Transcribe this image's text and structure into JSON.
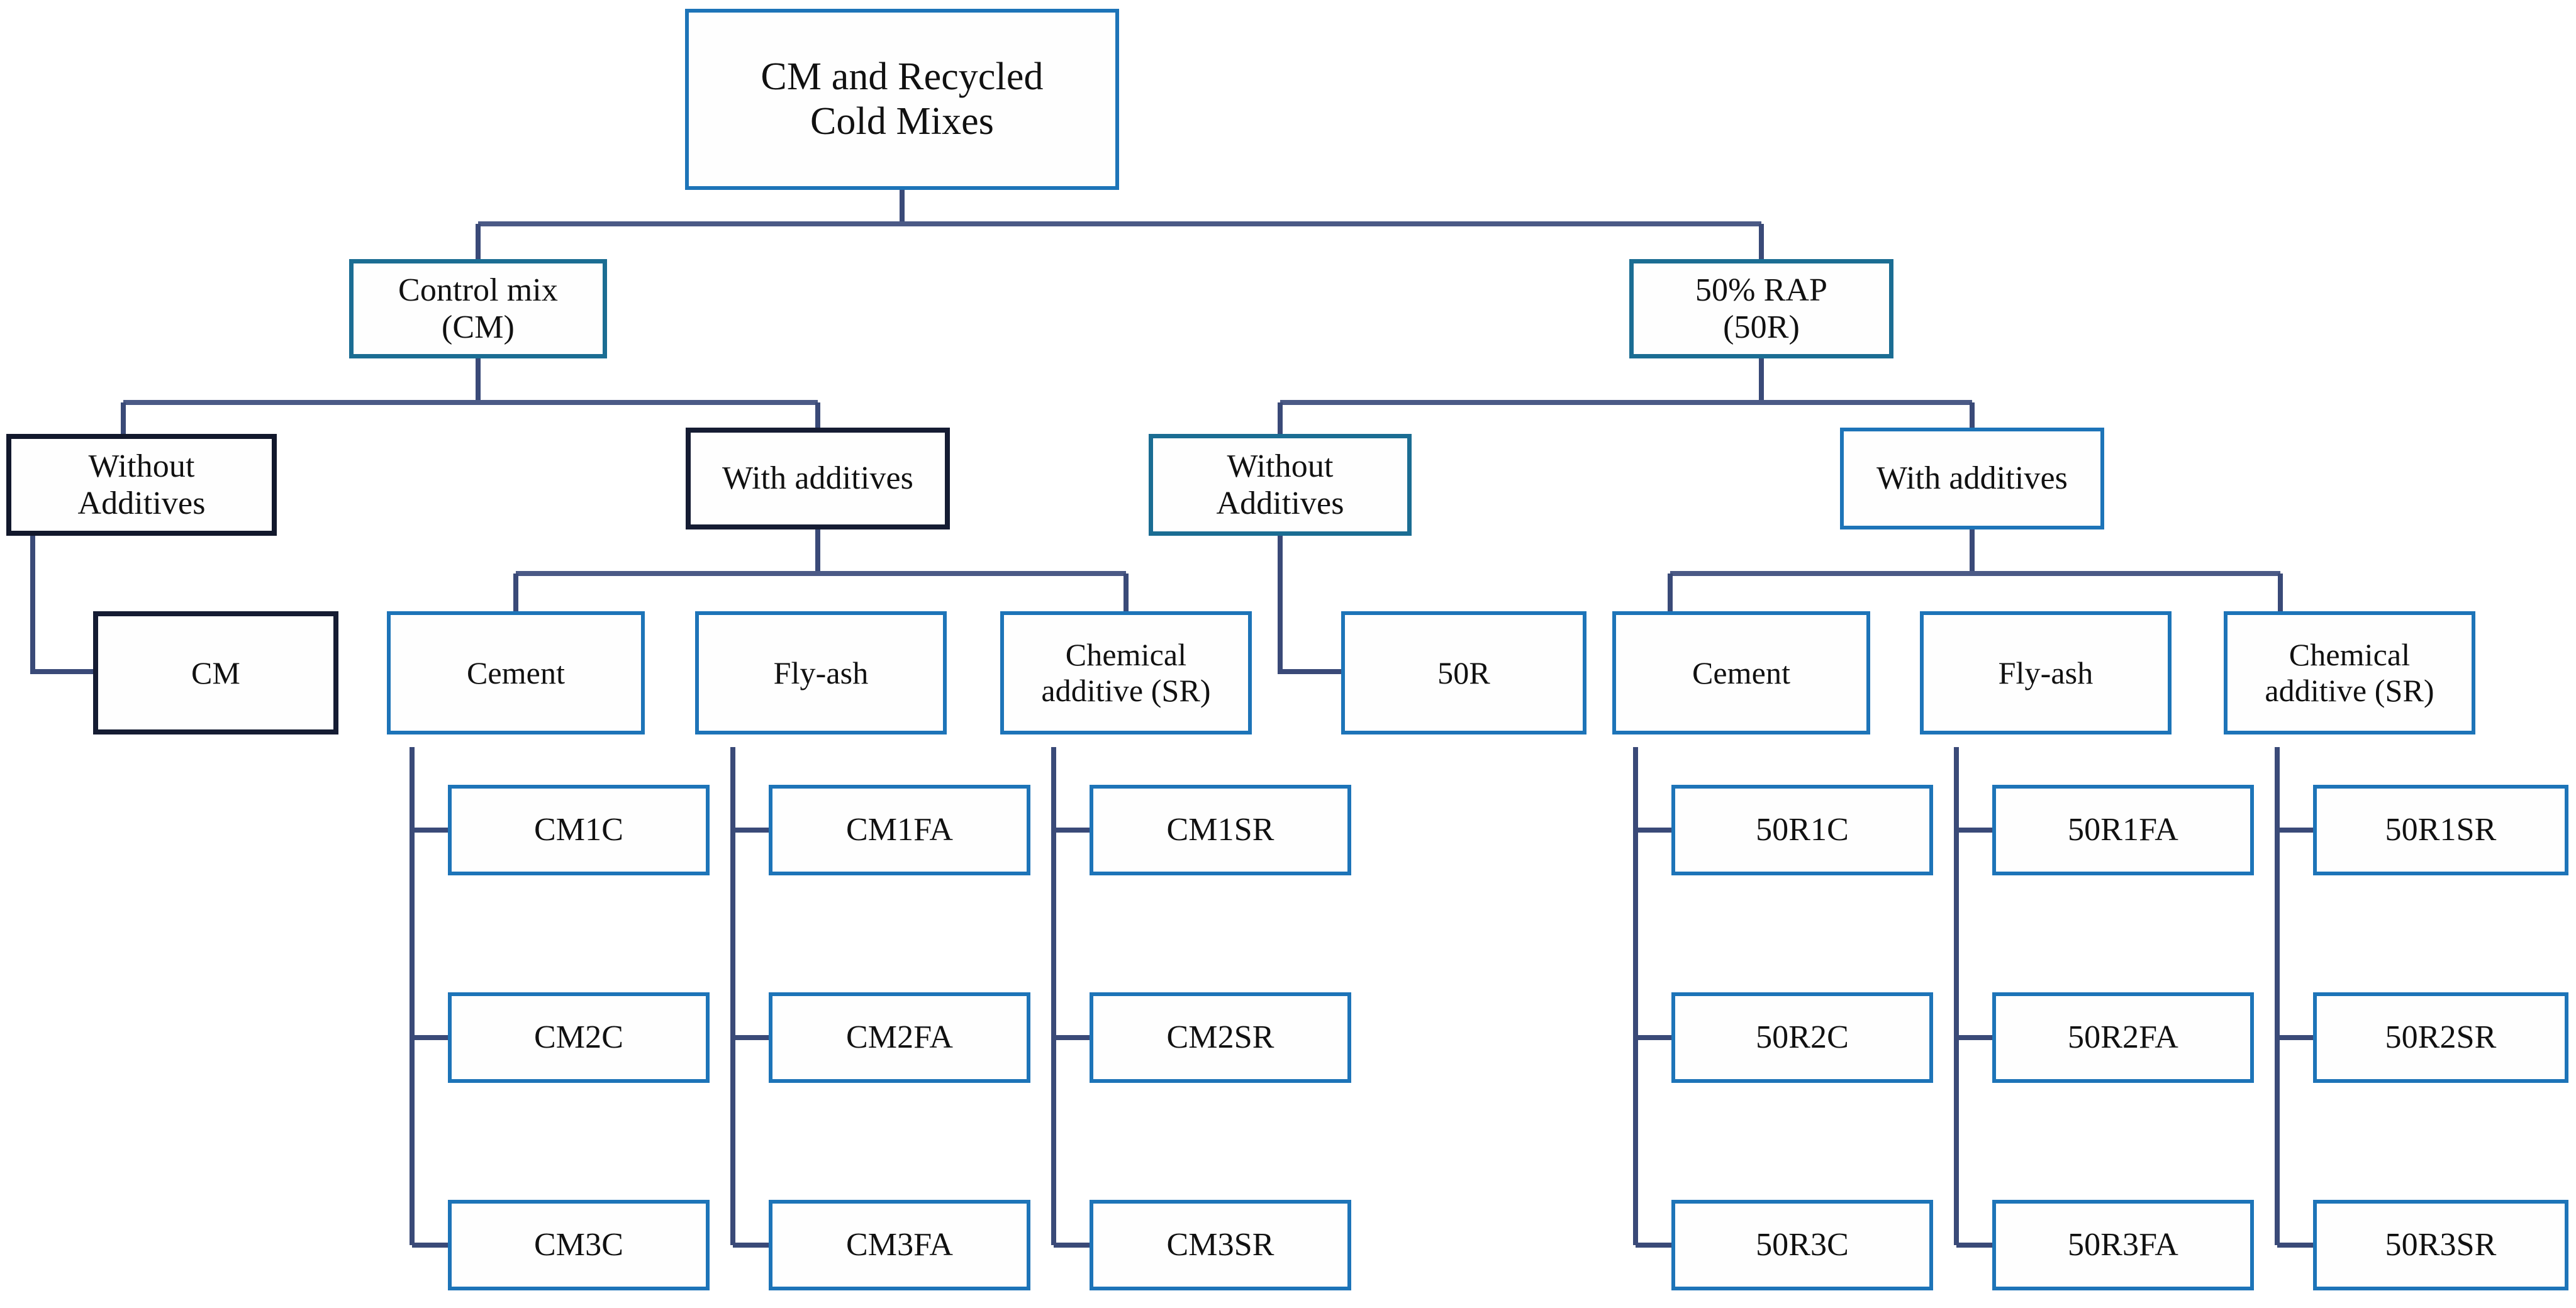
{
  "diagram": {
    "title": "CM and Recycled Cold Mixes",
    "type": "tree-hierarchy",
    "colors": {
      "accent_blue": "#1d74b8",
      "accent_teal": "#1b6d93",
      "accent_dark": "#12182c",
      "connector": "#3a4a78",
      "background": "#ffffff",
      "text": "#111111"
    },
    "nodes": {
      "root": "CM and Recycled\nCold Mixes",
      "root_line1": "CM and Recycled",
      "root_line2": "Cold Mixes",
      "left_branch_line1": "Control mix",
      "left_branch_line2": "(CM)",
      "right_branch_line1": "50% RAP",
      "right_branch_line2": "(50R)",
      "cm_without_line1": "Without",
      "cm_without_line2": "Additives",
      "cm_with": "With additives",
      "r_without_line1": "Without",
      "r_without_line2": "Additives",
      "r_with": "With additives",
      "cm_plain": "CM",
      "r_plain": "50R",
      "cm_cement": "Cement",
      "cm_flyash": "Fly-ash",
      "cm_chem_line1": "Chemical",
      "cm_chem_line2": "additive (SR)",
      "r_cement": "Cement",
      "r_flyash": "Fly-ash",
      "r_chem_line1": "Chemical",
      "r_chem_line2": "additive (SR)"
    },
    "leaves": {
      "cm_cement": [
        "CM1C",
        "CM2C",
        "CM3C"
      ],
      "cm_flyash": [
        "CM1FA",
        "CM2FA",
        "CM3FA"
      ],
      "cm_chem": [
        "CM1SR",
        "CM2SR",
        "CM3SR"
      ],
      "r_cement": [
        "50R1C",
        "50R2C",
        "50R3C"
      ],
      "r_flyash": [
        "50R1FA",
        "50R2FA",
        "50R3FA"
      ],
      "r_chem": [
        "50R1SR",
        "50R2SR",
        "50R3SR"
      ]
    }
  }
}
